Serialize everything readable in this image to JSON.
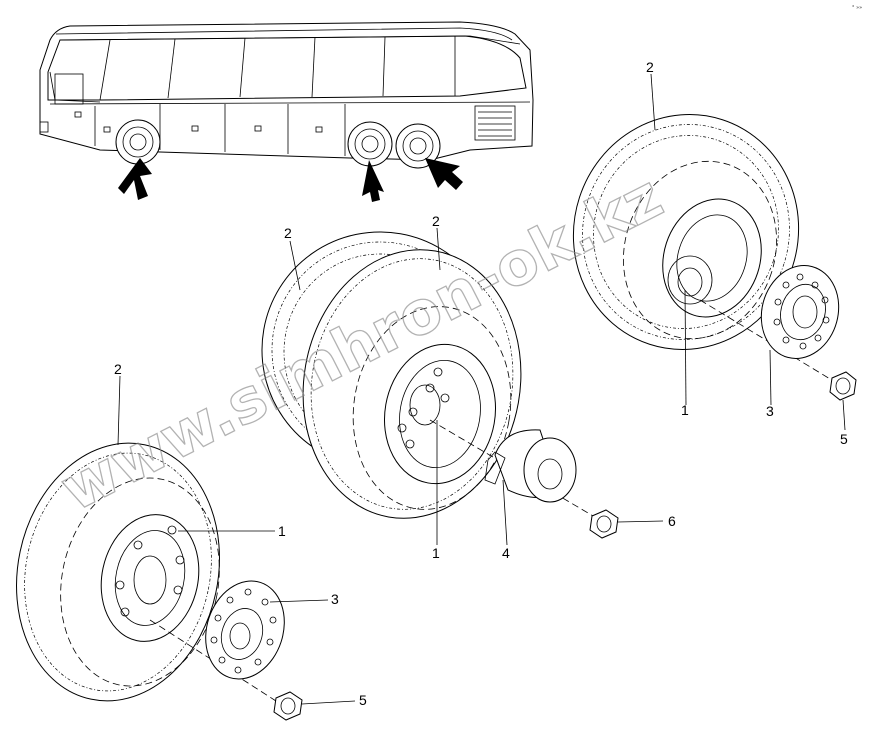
{
  "corner_mark": "° »»",
  "watermark": "www.simhron-ok.kz",
  "callouts": {
    "bl_tire": "2",
    "bl_wheel": "1",
    "bl_cover": "3",
    "bl_nut": "5",
    "mid_tire_left": "2",
    "mid_tire_right": "2",
    "mid_wheel": "1",
    "mid_spacer": "4",
    "mid_nut": "6",
    "tr_tire": "2",
    "tr_wheel": "1",
    "tr_cover": "3",
    "tr_nut": "5"
  },
  "icons": {
    "arrows": [
      "front-axle-arrow",
      "rear-axle-arrow-1",
      "rear-axle-arrow-2"
    ]
  }
}
